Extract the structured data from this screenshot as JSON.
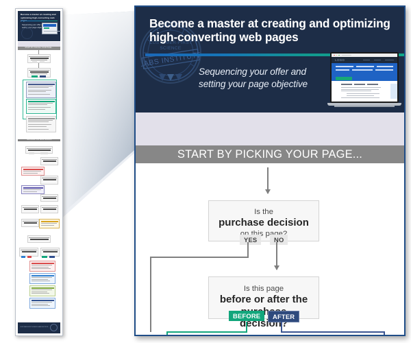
{
  "document": {
    "kind": "infographic-flowchart-poster",
    "zoom_callout": "magnified-detail-cone"
  },
  "hero": {
    "title": "Become a master at creating and optimizing high-converting web pages",
    "subtitle": "Sequencing your offer and setting your page objective",
    "seal": {
      "line1": "CUSTOMER-FIRST",
      "line2": "SCIENCE",
      "line3": "LABS INSTITUTE"
    },
    "laptop": {
      "logo_text": "LOGO"
    },
    "colors": {
      "background": "#1d2d47",
      "rule_left": "#1a68b8",
      "rule_right": "#0fa98a",
      "title_color": "#ffffff"
    }
  },
  "band": {
    "color": "#e2e0ea"
  },
  "section_bar": {
    "label": "START BY PICKING YOUR PAGE...",
    "color": "#878787",
    "text_color": "#ffffff"
  },
  "flow": {
    "nodes": [
      {
        "id": "purchase-decision",
        "line_top": "Is the",
        "line_main": "purchase decision",
        "line_bottom": "on this page?",
        "branches": [
          {
            "label": "YES",
            "style": "gray"
          },
          {
            "label": "NO",
            "style": "gray"
          }
        ]
      },
      {
        "id": "before-or-after",
        "line_top": "Is this page",
        "line_main": "before or after the purchase decision?",
        "line_bottom": "",
        "branches": [
          {
            "label": "BEFORE",
            "style": "green",
            "color": "#12a67c"
          },
          {
            "label": "AFTER",
            "style": "navy",
            "color": "#2e4a7d"
          }
        ]
      }
    ],
    "connector_color": "#7f7f7f",
    "node_fill": "#f7f7f7",
    "node_border": "#d4d4d4"
  },
  "thumbnail": {
    "title": "Become a master at creating and optimizing high-converting web pages",
    "subtitle": "Sequencing your offer and setting your page objective",
    "bar1": "START BY PICKING YOUR PAGE...",
    "bar2": "THEN DEFINE YOUR TARGET AUDIENCE",
    "footer_note": "CUSTOMER-FIRST SCIENCE LABS INSTITUTE"
  }
}
